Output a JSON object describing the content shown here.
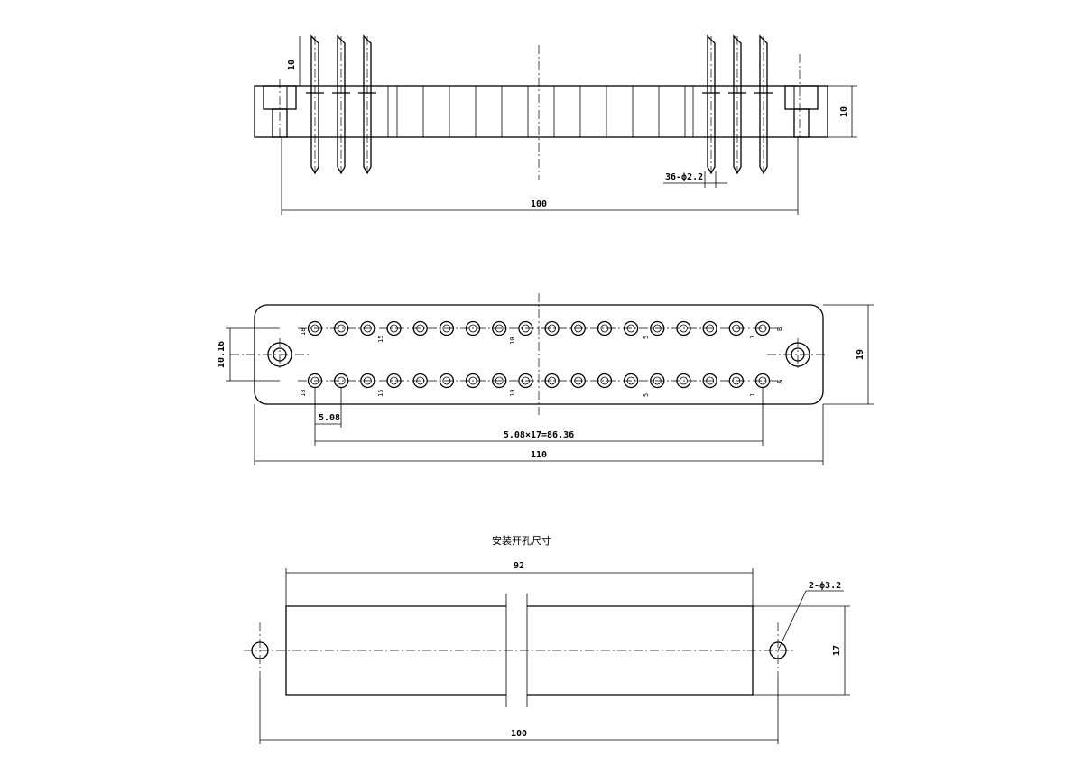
{
  "side_view": {
    "dim_overall": "100",
    "dim_pin_height": "10",
    "dim_body_height": "10",
    "dim_pins": "36-ф2.2"
  },
  "front_view": {
    "dim_total_width": "110",
    "dim_height": "19",
    "dim_row_spacing": "10.16",
    "dim_pitch": "5.08",
    "dim_span": "5.08×17=86.36",
    "row_b_label": "B",
    "row_a_label": "A",
    "pin_labels": [
      "18",
      "15",
      "10",
      "5",
      "1"
    ]
  },
  "cutout_view": {
    "title": "安装开孔尺寸",
    "dim_width": "92",
    "dim_holes_span": "100",
    "dim_height": "17",
    "dim_holes": "2-ф3.2"
  },
  "colors": {
    "line": "#000000",
    "background": "#ffffff"
  }
}
